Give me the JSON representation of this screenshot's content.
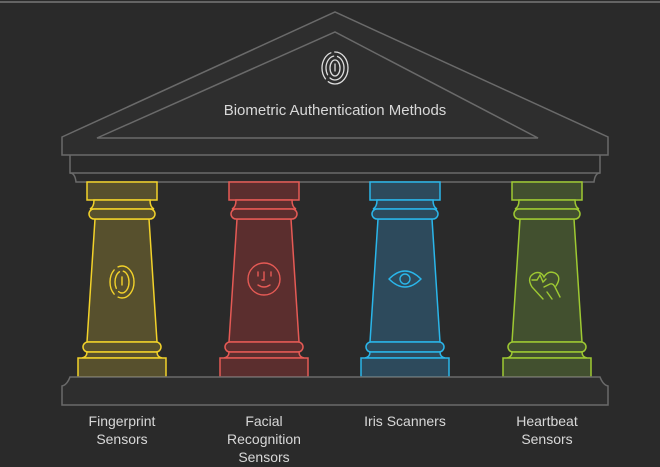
{
  "title": "Biometric Authentication Methods",
  "title_icon": "fingerprint-icon",
  "pillars": [
    {
      "label": "Fingerprint Sensors",
      "icon": "fingerprint-icon",
      "stroke": "#f2d22a",
      "fill": "#57502d"
    },
    {
      "label": "Facial Recognition Sensors",
      "icon": "face-icon",
      "stroke": "#e55a55",
      "fill": "#5b2e2e"
    },
    {
      "label": "Iris Scanners",
      "icon": "eye-icon",
      "stroke": "#2ab6ea",
      "fill": "#2d4a5c"
    },
    {
      "label": "Heartbeat Sensors",
      "icon": "heart-hand-icon",
      "stroke": "#9ec932",
      "fill": "#42502f"
    }
  ],
  "colors": {
    "background": "#2a2a2a",
    "outline": "#6a6a6a",
    "text": "#d8d8d8"
  }
}
